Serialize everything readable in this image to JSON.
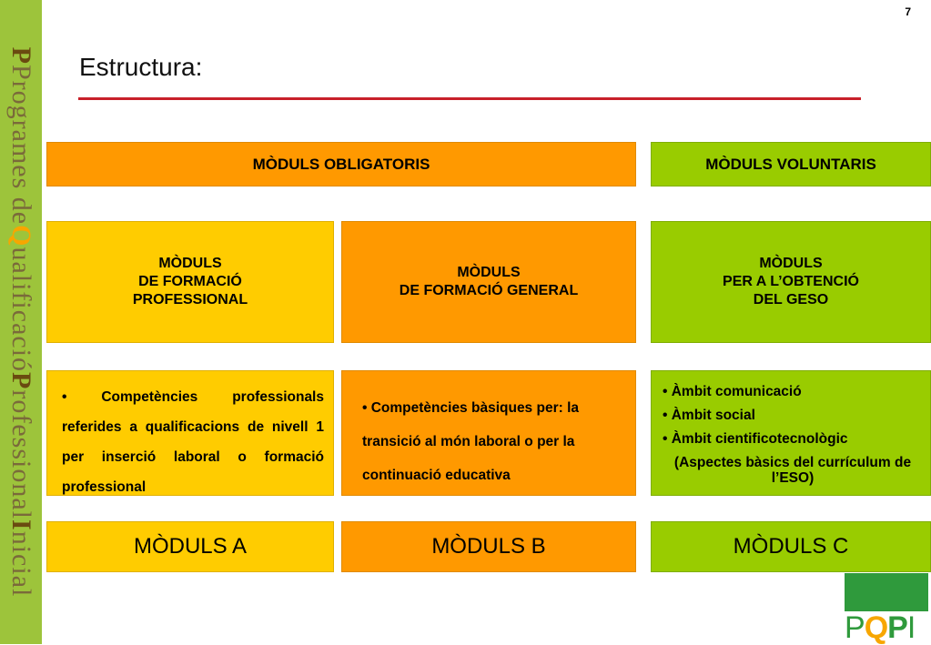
{
  "page_number": "7",
  "title": "Estructura:",
  "sidebar": {
    "text_part1": "Programes de ",
    "accent1": "Q",
    "text_part2": "ualificació ",
    "accent2": "P",
    "text_part3": "rofessional ",
    "accent3": "I",
    "text_part4": "nicial"
  },
  "headers": {
    "obligatoris": "MÒDULS OBLIGATORIS",
    "voluntaris": "MÒDULS VOLUNTARIS"
  },
  "modules": {
    "a": {
      "line1": "MÒDULS",
      "line2": "DE FORMACIÓ",
      "line3": "PROFESSIONAL"
    },
    "b": {
      "line1": "MÒDULS",
      "line2": "DE FORMACIÓ GENERAL"
    },
    "c": {
      "line1": "MÒDULS",
      "line2": "PER A L’OBTENCIÓ",
      "line3": "DEL GESO"
    }
  },
  "details": {
    "a": "• Competències professionals referides a  qualificacions de nivell 1 per inserció laboral o formació professional",
    "b": "• Competències bàsiques per: la transició al món laboral o per la continuació educativa",
    "c": {
      "items": [
        "• Àmbit comunicació",
        "• Àmbit social",
        "• Àmbit cientificotecnològic"
      ],
      "note": "(Aspectes bàsics del currículum de l’ESO)"
    }
  },
  "footers": {
    "a": "MÒDULS A",
    "b": "MÒDULS B",
    "c": "MÒDULS C"
  },
  "logo": {
    "p": "P",
    "q": "Q",
    "ip": "P",
    "i": "I"
  },
  "colors": {
    "orange": "#ff9900",
    "yellow": "#ffcc00",
    "green": "#99cc00",
    "title_rule": "#c8202a",
    "sidebar": "#9dc43b"
  }
}
